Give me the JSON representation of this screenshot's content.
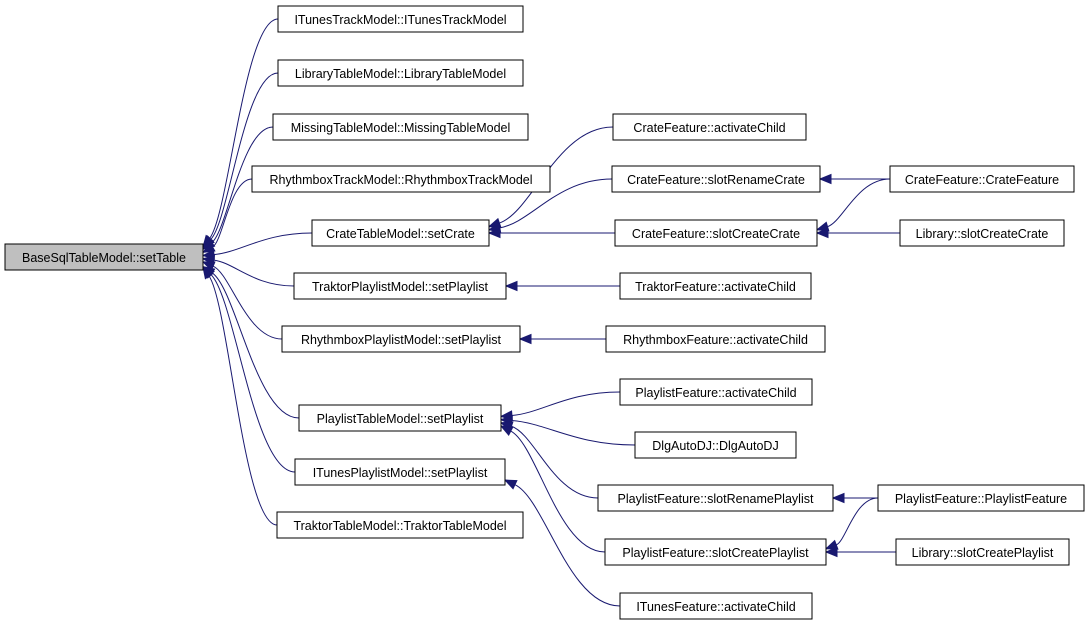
{
  "nodes": {
    "root": "BaseSqlTableModel::setTable",
    "itunes_track_ctor": "ITunesTrackModel::ITunesTrackModel",
    "library_table_ctor": "LibraryTableModel::LibraryTableModel",
    "missing_table_ctor": "MissingTableModel::MissingTableModel",
    "rhythmbox_track_ctor": "RhythmboxTrackModel::RhythmboxTrackModel",
    "crate_set_crate": "CrateTableModel::setCrate",
    "traktor_playlist_set": "TraktorPlaylistModel::setPlaylist",
    "rhythmbox_playlist_set": "RhythmboxPlaylistModel::setPlaylist",
    "playlist_table_set": "PlaylistTableModel::setPlaylist",
    "itunes_playlist_set": "ITunesPlaylistModel::setPlaylist",
    "traktor_table_ctor": "TraktorTableModel::TraktorTableModel",
    "crate_activate_child": "CrateFeature::activateChild",
    "crate_slot_rename": "CrateFeature::slotRenameCrate",
    "crate_slot_create": "CrateFeature::slotCreateCrate",
    "crate_feature_ctor": "CrateFeature::CrateFeature",
    "library_slot_create_crate": "Library::slotCreateCrate",
    "traktor_activate_child": "TraktorFeature::activateChild",
    "rhythmbox_activate_child": "RhythmboxFeature::activateChild",
    "playlist_activate_child": "PlaylistFeature::activateChild",
    "dlg_auto_dj": "DlgAutoDJ::DlgAutoDJ",
    "playlist_slot_rename": "PlaylistFeature::slotRenamePlaylist",
    "playlist_feature_ctor": "PlaylistFeature::PlaylistFeature",
    "playlist_slot_create": "PlaylistFeature::slotCreatePlaylist",
    "library_slot_create_playlist": "Library::slotCreatePlaylist",
    "itunes_activate_child": "ITunesFeature::activateChild"
  },
  "edges": [
    [
      "itunes_track_ctor",
      "root"
    ],
    [
      "library_table_ctor",
      "root"
    ],
    [
      "missing_table_ctor",
      "root"
    ],
    [
      "rhythmbox_track_ctor",
      "root"
    ],
    [
      "crate_set_crate",
      "root"
    ],
    [
      "traktor_playlist_set",
      "root"
    ],
    [
      "rhythmbox_playlist_set",
      "root"
    ],
    [
      "playlist_table_set",
      "root"
    ],
    [
      "itunes_playlist_set",
      "root"
    ],
    [
      "traktor_table_ctor",
      "root"
    ],
    [
      "crate_activate_child",
      "crate_set_crate"
    ],
    [
      "crate_slot_rename",
      "crate_set_crate"
    ],
    [
      "crate_slot_create",
      "crate_set_crate"
    ],
    [
      "crate_feature_ctor",
      "crate_slot_rename"
    ],
    [
      "crate_feature_ctor",
      "crate_slot_create"
    ],
    [
      "library_slot_create_crate",
      "crate_slot_create"
    ],
    [
      "traktor_activate_child",
      "traktor_playlist_set"
    ],
    [
      "rhythmbox_activate_child",
      "rhythmbox_playlist_set"
    ],
    [
      "playlist_activate_child",
      "playlist_table_set"
    ],
    [
      "dlg_auto_dj",
      "playlist_table_set"
    ],
    [
      "playlist_slot_rename",
      "playlist_table_set"
    ],
    [
      "playlist_slot_create",
      "playlist_table_set"
    ],
    [
      "playlist_feature_ctor",
      "playlist_slot_rename"
    ],
    [
      "playlist_feature_ctor",
      "playlist_slot_create"
    ],
    [
      "library_slot_create_playlist",
      "playlist_slot_create"
    ],
    [
      "itunes_activate_child",
      "itunes_playlist_set"
    ]
  ],
  "colors": {
    "edge": "#191970",
    "root_fill": "#bfbfbf",
    "node_fill": "#ffffff",
    "border": "#000000"
  }
}
